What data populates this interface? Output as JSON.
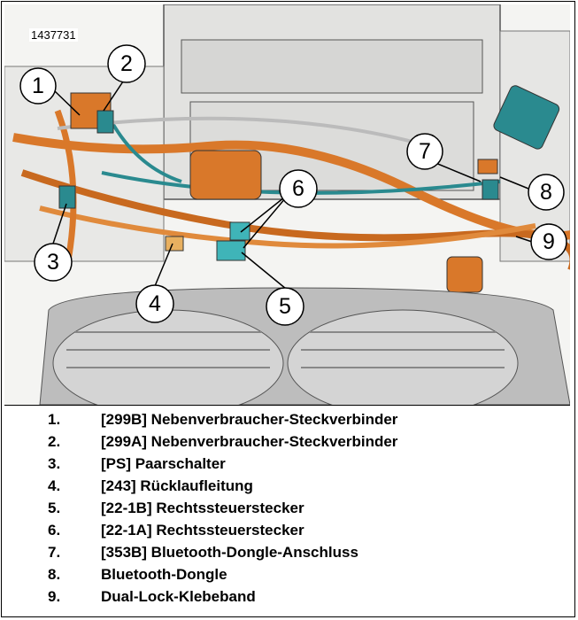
{
  "figure_id": "1437731",
  "callouts": [
    "1",
    "2",
    "3",
    "4",
    "5",
    "6",
    "7",
    "8",
    "9"
  ],
  "legend": [
    {
      "num": "1.",
      "text": "[299B] Nebenverbraucher-Steckverbinder"
    },
    {
      "num": "2.",
      "text": "[299A] Nebenverbraucher-Steckverbinder"
    },
    {
      "num": "3.",
      "text": "[PS] Paarschalter"
    },
    {
      "num": "4.",
      "text": "[243] Rücklaufleitung"
    },
    {
      "num": "5.",
      "text": "[22-1B] Rechtssteuerstecker"
    },
    {
      "num": "6.",
      "text": "[22-1A] Rechtssteuerstecker"
    },
    {
      "num": "7.",
      "text": "[353B] Bluetooth-Dongle-Anschluss"
    },
    {
      "num": "8.",
      "text": "Bluetooth-Dongle"
    },
    {
      "num": "9.",
      "text": "Dual-Lock-Klebeband"
    }
  ],
  "colors": {
    "harness": "#d9782a",
    "connector": "#2a8a8f",
    "housing": "#c9c9c9",
    "outline": "#333333"
  }
}
